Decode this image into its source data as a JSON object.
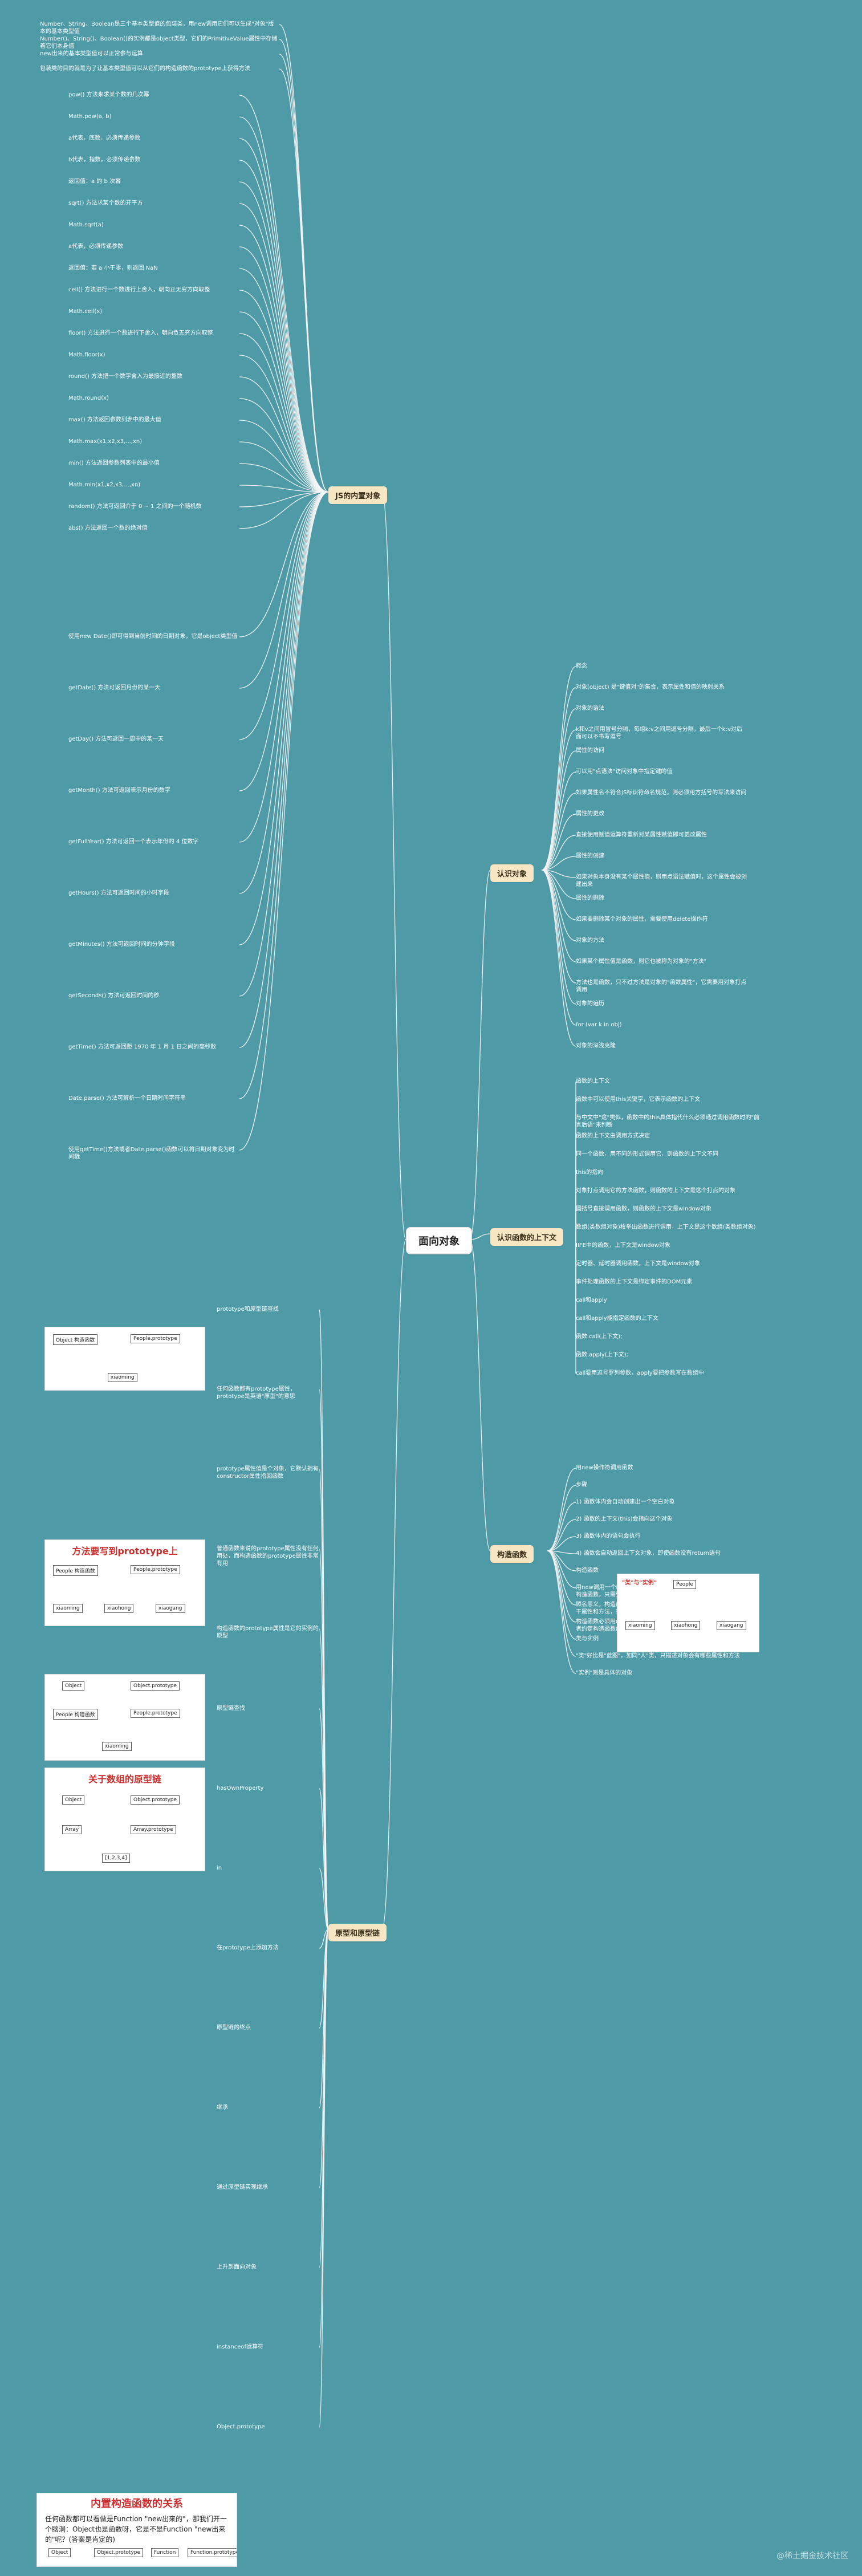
{
  "root": {
    "label": "面向对象"
  },
  "branches": [
    {
      "id": "builtin",
      "label": "JS的内置对象"
    },
    {
      "id": "know",
      "label": "认识对象"
    },
    {
      "id": "context",
      "label": "认识函数的上下文"
    },
    {
      "id": "ctor",
      "label": "构造函数"
    },
    {
      "id": "proto",
      "label": "原型和原型链"
    }
  ],
  "builtin": {
    "wrapper_intro": [
      "Number、String、Boolean是三个基本类型值的包装类，用new调用它们可以生成\"对象\"版本的基本类型值",
      "Number()、String()、Boolean()的实例都是object类型，它们的PrimitiveValue属性中存储着它们本身值",
      "new出来的基本类型值可以正常参与运算",
      "包装类的目的就是为了让基本类型值可以从它们的构造函数的prototype上获得方法"
    ],
    "math": [
      "pow() 方法来求某个数的几次幂",
      "Math.pow(a, b)",
      "a代表，底数，必须传递参数",
      "b代表，指数，必须传递参数",
      "返回值：a 的 b 次幂",
      "sqrt() 方法求某个数的开平方",
      "Math.sqrt(a)",
      "a代表，必须传递参数",
      "返回值：若 a 小于零，则返回 NaN",
      "ceil() 方法进行一个数进行上舍入，朝向正无穷方向取整",
      "Math.ceil(x)",
      "floor() 方法进行一个数进行下舍入，朝向负无穷方向取整",
      "Math.floor(x)",
      "round() 方法把一个数字舍入为最接近的整数",
      "Math.round(x)",
      "max() 方法返回参数列表中的最大值",
      "Math.max(x1,x2,x3,...,xn)",
      "min() 方法返回参数列表中的最小值",
      "Math.min(x1,x2,x3,...,xn)",
      "random() 方法可返回介于 0 ~ 1 之间的一个随机数",
      "abs() 方法返回一个数的绝对值"
    ],
    "date": [
      "使用new Date()即可得到当前时间的日期对象，它是object类型值",
      "getDate() 方法可返回月份的某一天",
      "getDay() 方法可返回一周中的某一天",
      "getMonth() 方法可返回表示月份的数字",
      "getFullYear() 方法可返回一个表示年份的 4 位数字",
      "getHours() 方法可返回时间的小时字段",
      "getMinutes() 方法可返回时间的分钟字段",
      "getSeconds() 方法可返回时间的秒",
      "getTime() 方法可返回距 1970 年 1 月 1 日之间的毫秒数",
      "Date.parse() 方法可解析一个日期时间字符串",
      "使用getTime()方法或者Date.parse()函数可以将日期对象变为时间戳"
    ]
  },
  "know": {
    "items": [
      "概念",
      "对象(object) 是\"键值对\"的集合，表示属性和值的映射关系",
      "对象的语法",
      "k和v之间用冒号分隔，每组k:v之间用逗号分隔，最后一个k:v对后面可以不书写逗号",
      "属性的访问",
      "可以用\"点语法\"访问对象中指定键的值",
      "如果属性名不符合JS标识符命名规范，则必须用方括号的写法来访问",
      "属性的更改",
      "直接使用赋值运算符重新对某属性赋值即可更改属性",
      "属性的创建",
      "如果对象本身没有某个属性值，则用点语法赋值时，这个属性会被创建出来",
      "属性的删除",
      "如果要删除某个对象的属性，需要使用delete操作符",
      "对象的方法",
      "如果某个属性值是函数，则它也被称为对象的\"方法\"",
      "方法也是函数，只不过方法是对象的\"函数属性\"，它需要用对象打点调用",
      "对象的遍历",
      "for (var k in obj)",
      "对象的深浅克隆"
    ]
  },
  "context": {
    "items": [
      "函数的上下文",
      "函数中可以使用this关键字，它表示函数的上下文",
      "与中文中\"这\"类似，函数中的this具体指代什么必须通过调用函数时的\"前言后语\"来判断",
      "函数的上下文由调用方式决定",
      "同一个函数，用不同的形式调用它，则函数的上下文不同",
      "this的指向",
      "对象打点调用它的方法函数，则函数的上下文是这个打点的对象",
      "圆括号直接调用函数，则函数的上下文是window对象",
      "数组(类数组对象)枚举出函数进行调用，上下文是这个数组(类数组对象)",
      "IIFE中的函数，上下文是window对象",
      "定时器、延时器调用函数，上下文是window对象",
      "事件处理函数的上下文是绑定事件的DOM元素",
      "call和apply",
      "call和apply能指定函数的上下文",
      "函数.call(上下文);",
      "函数.apply(上下文);",
      "call要用逗号罗列参数，apply要把参数写在数组中"
    ]
  },
  "ctor": {
    "items": [
      "用new操作符调用函数",
      "步骤",
      "1) 函数体内会自动创建出一个空白对象",
      "2) 函数的上下文(this)会指向这个对象",
      "3) 函数体内的语句会执行",
      "4) 函数会自动返回上下文对象，即使函数没有return语句",
      "构造函数",
      "用new调用一个函数，这个函数就被称为\"构造函数\"，任何函数都可以是构造函数，只需要用new调用它",
      "顾名思义，构造函数用来\"构造新对象\"，它内部的语句将为新对象添加若干属性和方法，完成对象的初始化",
      "构造函数必须用new关键字调用，否则不能正常工作，正因如此，开发者约定构造函数命名时首字母要大写",
      "类与实例",
      "\"类\"好比是\"蓝图\"，如同\"人\"类，只描述对象会有哪些属性和方法",
      "\"实例\"则是具体的对象"
    ],
    "diagram": {
      "cap": "\"类\"与\"实例\"",
      "top": "People",
      "kids": [
        "xiaoming",
        "xiaohong",
        "xiaogang"
      ]
    }
  },
  "proto": {
    "items": [
      "prototype和原型链查找",
      "任何函数都有prototype属性，prototype是英语\"原型\"的意思",
      "prototype属性值是个对象，它默认拥有constructor属性指回函数",
      "普通函数来说的prototype属性没有任何用处，而构造函数的prototype属性非常有用",
      "构造函数的prototype属性是它的实例的原型",
      "原型链查找",
      "hasOwnProperty",
      "in",
      "在prototype上添加方法",
      "原型链的终点",
      "继承",
      "通过原型链实现继承",
      "上升到面向对象",
      "instanceof运算符",
      "Object.prototype"
    ],
    "thumb1": {
      "cap": "",
      "boxes": [
        "Object 构造函数",
        "People.prototype",
        "xiaoming"
      ]
    },
    "thumb2": {
      "cap": "方法要写到prototype上",
      "boxes": [
        "People 构造函数",
        "People.prototype",
        "xiaoming",
        "xiaohong",
        "xiaogang"
      ]
    },
    "thumb3": {
      "cap": "",
      "boxes": [
        "Object",
        "Object.prototype",
        "People 构造函数",
        "People.prototype",
        "xiaoming"
      ]
    },
    "thumb4": {
      "cap": "关于数组的原型链",
      "boxes": [
        "Object",
        "Object.prototype",
        "Array",
        "Array.prototype",
        "[1,2,3,4]"
      ]
    },
    "legend": {
      "title": "内置构造函数的关系",
      "lines": [
        "任何函数都可以看做是Function \"new出来的\"，那我们开一个脑洞：Object也是函数呀，它是不是Function \"new出来的\"呢？(答案是肯定的)"
      ],
      "boxes": [
        "Object",
        "Object.prototype",
        "Function",
        "Function.prototype"
      ]
    }
  },
  "footer": {
    "watermark": "@稀土掘金技术社区"
  }
}
